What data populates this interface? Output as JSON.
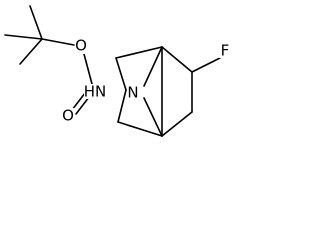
{
  "molecule": {
    "atoms": {
      "carbonyl_oxygen": "O",
      "ester_oxygen": "O",
      "ring_nitrogen": "N",
      "fluorine": "F",
      "amine": "HN"
    }
  }
}
